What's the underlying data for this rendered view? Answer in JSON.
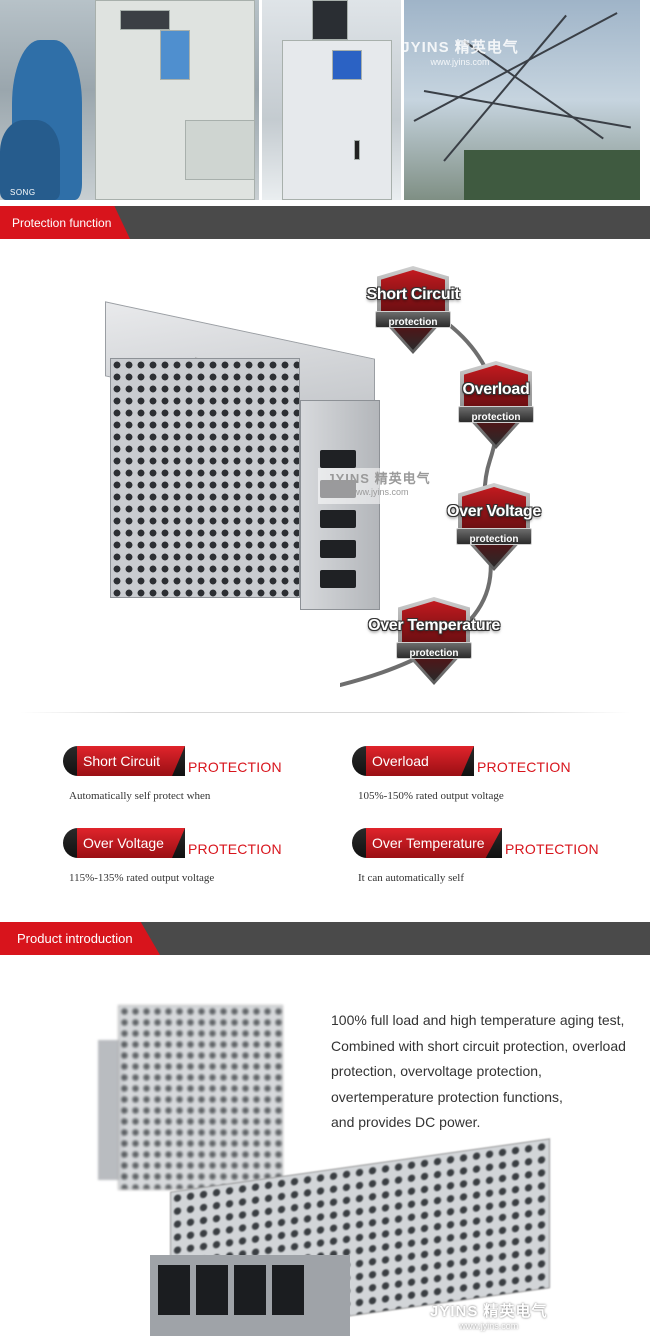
{
  "watermark": {
    "brand": "JYINS 精英电气",
    "url": "www.jyins.com"
  },
  "photo_caption": "SONG",
  "sections": {
    "protection": "Protection function",
    "product": "Product introduction"
  },
  "badges": [
    {
      "title": "Short Circuit",
      "ribbon": "protection"
    },
    {
      "title": "Overload",
      "ribbon": "protection"
    },
    {
      "title": "Over Voltage",
      "ribbon": "protection"
    },
    {
      "title": "Over Temperature",
      "ribbon": "protection"
    }
  ],
  "protections": [
    {
      "name": "Short Circuit",
      "word": "PROTECTION",
      "desc": "Automatically self protect when"
    },
    {
      "name": "Overload",
      "word": "PROTECTION",
      "desc": "105%-150% rated output voltage"
    },
    {
      "name": "Over Voltage",
      "word": "PROTECTION",
      "desc": "115%-135% rated output voltage"
    },
    {
      "name": "Over Temperature",
      "word": "PROTECTION",
      "desc": "It can automatically self"
    }
  ],
  "intro": {
    "line1": "100% full load and high temperature aging test,",
    "line2": "Combined with short circuit protection, overload protection, overvoltage protection, overtemperature protection functions,",
    "line3": "and provides DC power."
  },
  "colors": {
    "accent_red": "#d8141c",
    "bar_gray": "#4a4a4a"
  }
}
